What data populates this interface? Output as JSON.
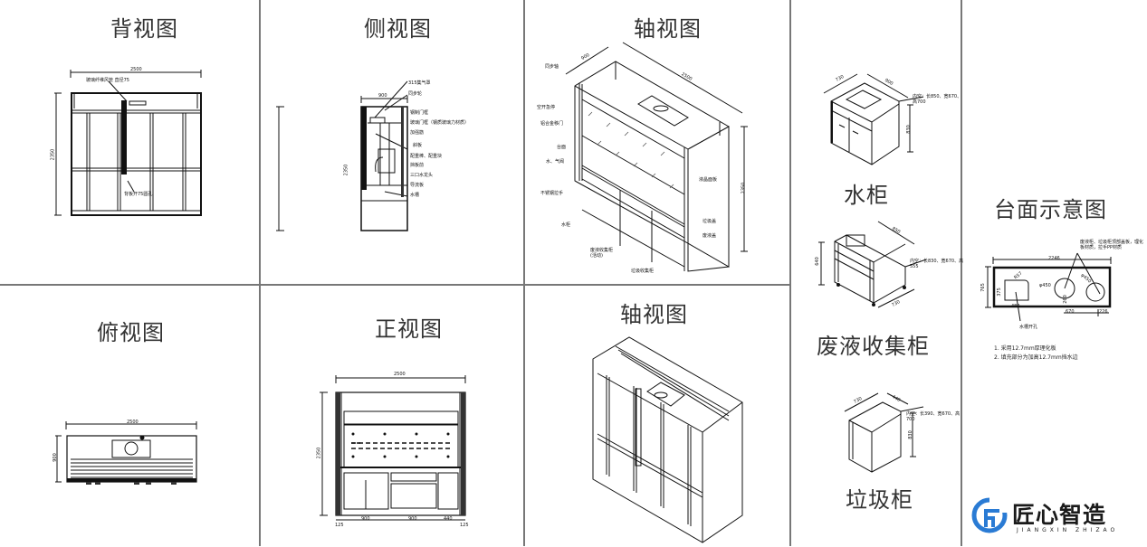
{
  "panels": {
    "back_view": {
      "title": "背视图",
      "width_dim": "2500",
      "height_dim": "2350",
      "callout_top": "玻璃纤维风管 直径75",
      "callout_bottom": "背板开75圆孔"
    },
    "side_view": {
      "title": "侧视图",
      "width_dim": "900",
      "height_dim": "2350",
      "callouts": [
        "315集气罩",
        "同步轮",
        "钢制门框",
        "玻璃门框（钢质玻璃力材质）",
        "加强筋",
        "斜板",
        "配重棒、配重块",
        "挡板前",
        "三口水龙头",
        "导流板",
        "水槽"
      ]
    },
    "axial_view_top": {
      "title": "轴视图",
      "depth_dim": "900",
      "width_dim": "2500",
      "height_dim": "2350",
      "callouts_left": [
        "同步轴",
        "空开急停",
        "铝合金移门",
        "台面",
        "水、气阀",
        "不锈钢拉手",
        "水柜"
      ],
      "callouts_right": [
        "液晶面板",
        "垃圾盖",
        "废液盖"
      ],
      "callouts_bottom": [
        "废液收集柜\n(活动)",
        "垃圾收集柜"
      ]
    },
    "top_view": {
      "title": "俯视图",
      "width_dim": "2500",
      "height_dim": "900"
    },
    "front_view": {
      "title": "正视图",
      "width_dim": "2500",
      "height_dim": "2350",
      "bottom_dims": [
        "125",
        "900",
        "900",
        "440",
        "125"
      ]
    },
    "axial_view_bottom": {
      "title": "轴视图"
    },
    "water_cabinet": {
      "title": "水柜",
      "dims": [
        "730",
        "900",
        "830"
      ],
      "note": "内空：长850、宽670、高700"
    },
    "waste_cabinet": {
      "title": "废液收集柜",
      "dims": [
        "850",
        "730",
        "640"
      ],
      "note": "内空：长830、宽670、高555"
    },
    "trash_cabinet": {
      "title": "垃圾柜",
      "dims": [
        "730",
        "440",
        "830"
      ],
      "note": "内空：长390、宽670、高700"
    },
    "countertop": {
      "title": "台面示意图",
      "width_dim": "2246",
      "height_dim": "765",
      "callout": "废液柜、垃圾柜顶部盖板，理化板材质，拉手PP材质",
      "sink_label": "水槽开孔",
      "inner_dims": [
        "375",
        "480",
        "φ450",
        "φ450",
        "670",
        "226",
        "260",
        "R57"
      ],
      "notes": [
        "1. 采用12.7mm厚理化板",
        "2. 填充部分为加高12.7mm挡水边"
      ]
    }
  },
  "logo": {
    "name": "匠心智造",
    "subtitle": "JIANGXIN ZHIZAO",
    "brand_color": "#2a7bd4"
  },
  "colors": {
    "divider": "#777777",
    "line": "#111111"
  }
}
